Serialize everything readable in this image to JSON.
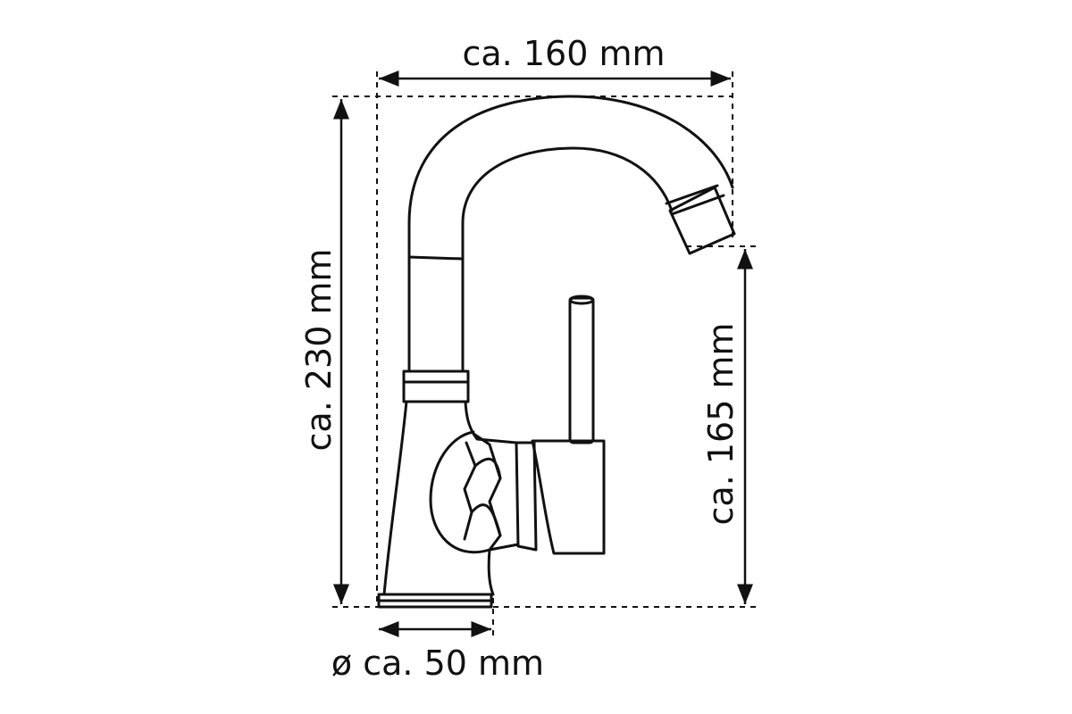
{
  "dimensions": {
    "width_label": "ca. 160 mm",
    "height_total_label": "ca. 230 mm",
    "spout_height_label": "ca. 165 mm",
    "base_diameter_label": "ø ca. 50 mm"
  },
  "colors": {
    "line": "#111111",
    "background": "#ffffff"
  }
}
